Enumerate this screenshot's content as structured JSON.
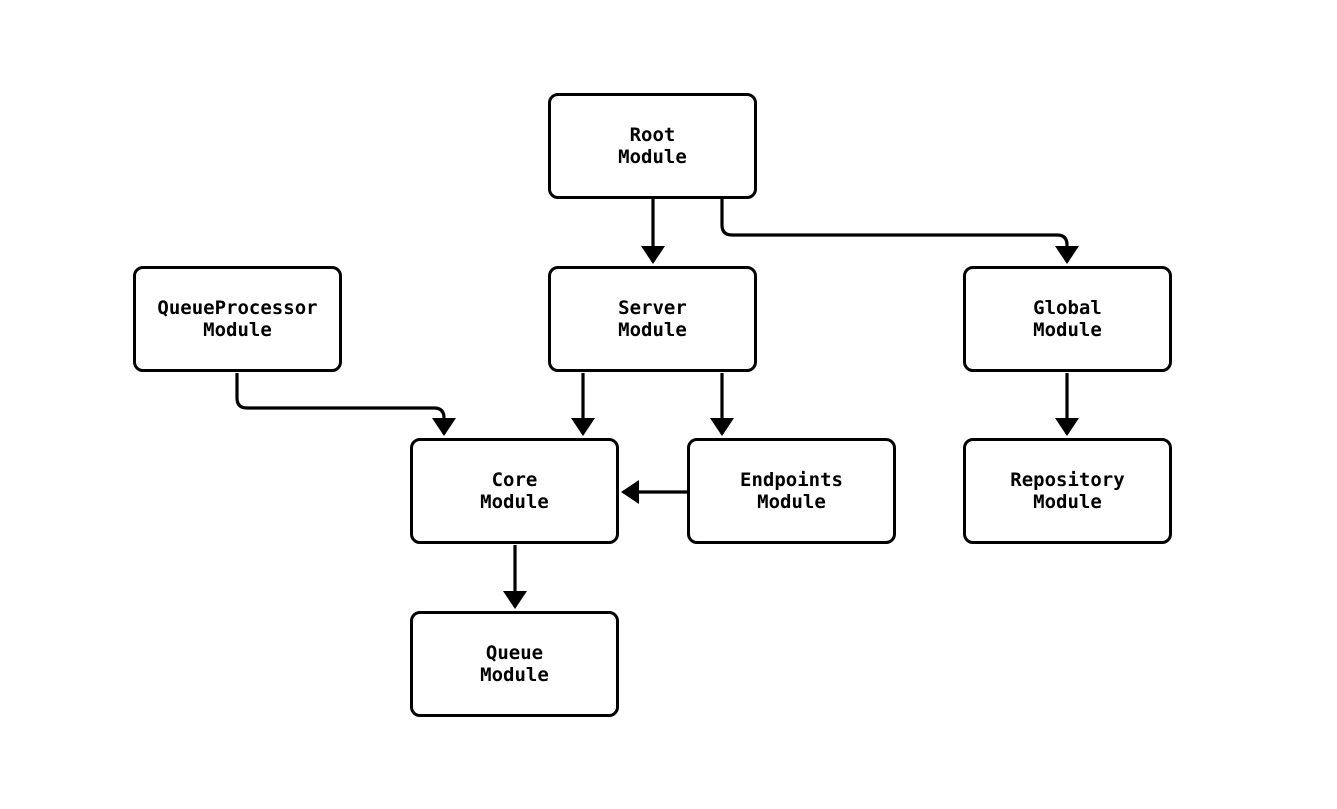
{
  "diagram": {
    "type": "module-dependency-flowchart",
    "colors": {
      "background": "#ffffff",
      "node_fill": "#ffffff",
      "stroke": "#000000",
      "text": "#000000"
    },
    "nodes": {
      "root": {
        "label": "Root\nModule"
      },
      "queueProcessor": {
        "label": "QueueProcessor\nModule"
      },
      "server": {
        "label": "Server\nModule"
      },
      "global": {
        "label": "Global\nModule"
      },
      "core": {
        "label": "Core\nModule"
      },
      "endpoints": {
        "label": "Endpoints\nModule"
      },
      "repository": {
        "label": "Repository\nModule"
      },
      "queue": {
        "label": "Queue\nModule"
      }
    },
    "edges": [
      {
        "from": "Root Module",
        "to": "Server Module",
        "style": "arrow"
      },
      {
        "from": "Root Module",
        "to": "Global Module",
        "style": "arrow"
      },
      {
        "from": "QueueProcessor Module",
        "to": "Core Module",
        "style": "arrow"
      },
      {
        "from": "Server Module",
        "to": "Core Module",
        "style": "arrow"
      },
      {
        "from": "Server Module",
        "to": "Endpoints Module",
        "style": "arrow"
      },
      {
        "from": "Endpoints Module",
        "to": "Core Module",
        "style": "arrow"
      },
      {
        "from": "Global Module",
        "to": "Repository Module",
        "style": "arrow"
      },
      {
        "from": "Core Module",
        "to": "Queue Module",
        "style": "arrow"
      }
    ]
  }
}
